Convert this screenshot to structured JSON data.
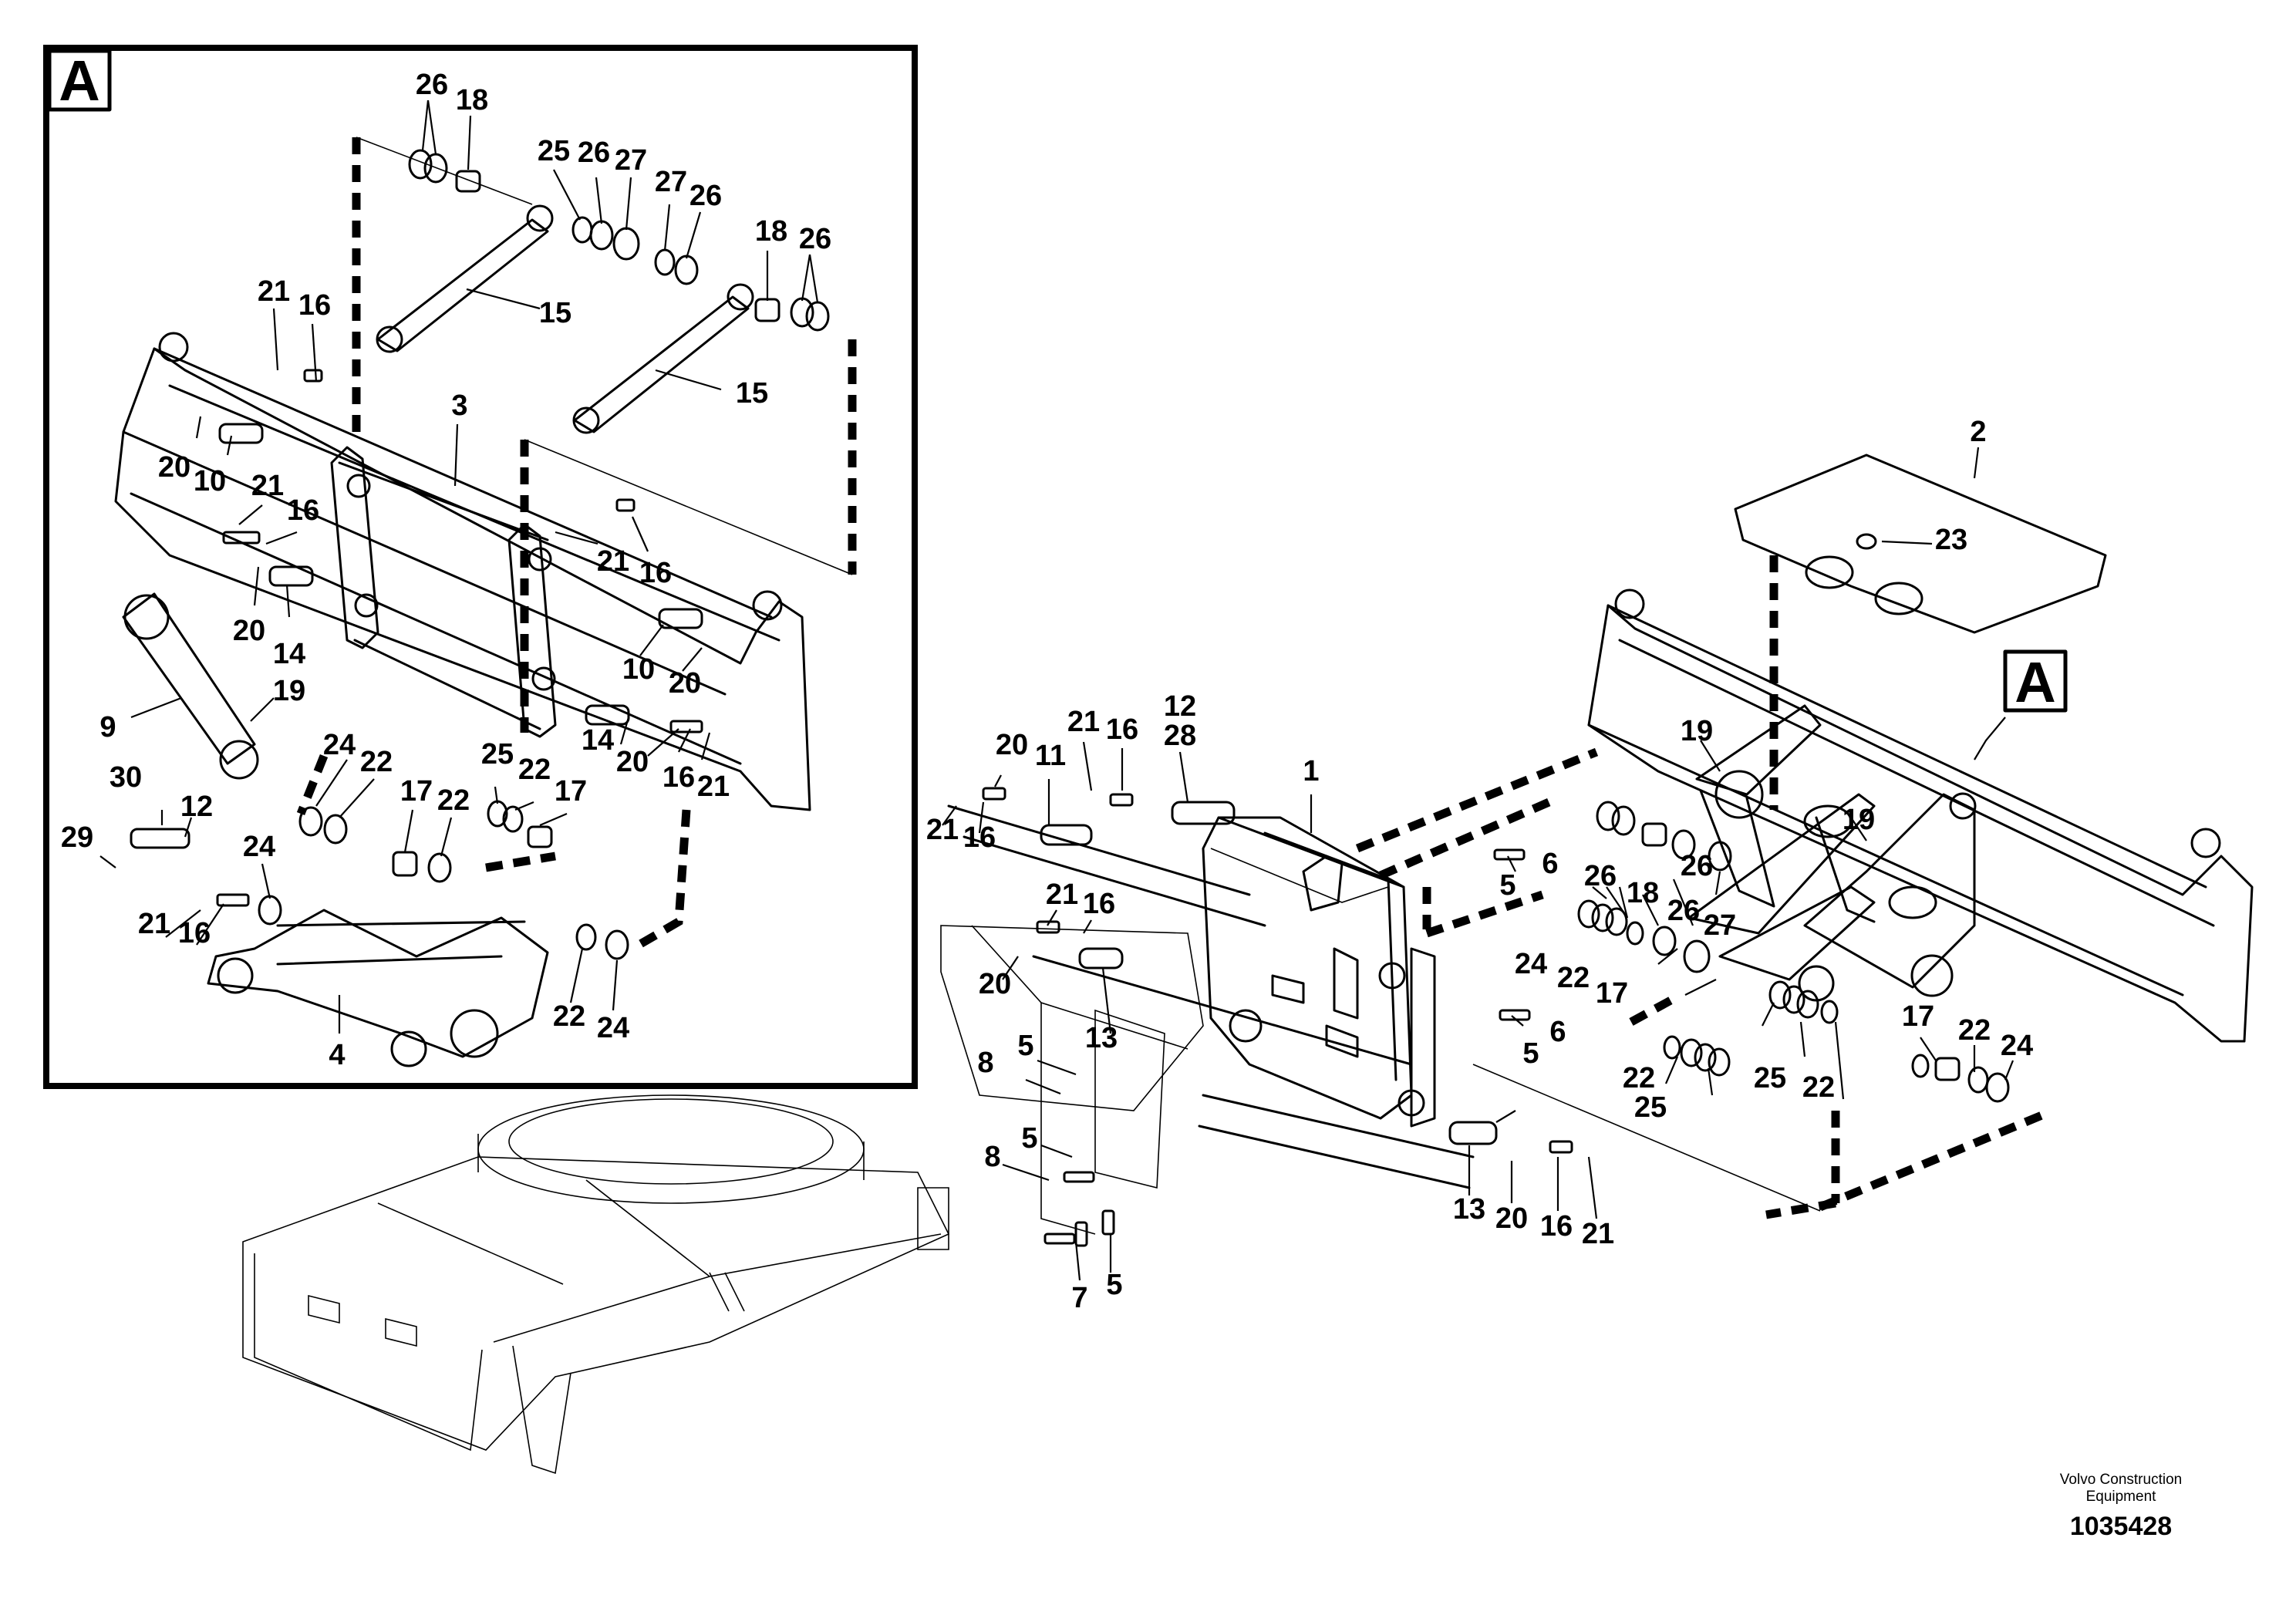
{
  "detail_view": {
    "label": "A"
  },
  "callout_ref": {
    "label": "A"
  },
  "footer": {
    "publisher_line1": "Volvo Construction",
    "publisher_line2": "Equipment",
    "drawing_number": "1035428"
  },
  "callouts_detail": [
    "26",
    "18",
    "25",
    "26",
    "27",
    "27",
    "26",
    "18",
    "26",
    "21",
    "16",
    "15",
    "15",
    "3",
    "20",
    "10",
    "21",
    "16",
    "21",
    "16",
    "20",
    "14",
    "10",
    "20",
    "9",
    "19",
    "24",
    "22",
    "17",
    "22",
    "25",
    "22",
    "17",
    "30",
    "12",
    "29",
    "24",
    "21",
    "16",
    "4",
    "22",
    "24",
    "14",
    "20",
    "16",
    "21"
  ],
  "callouts_main": [
    "20",
    "11",
    "21",
    "16",
    "12",
    "28",
    "1",
    "2",
    "23",
    "21",
    "16",
    "21",
    "16",
    "20",
    "13",
    "8",
    "5",
    "8",
    "5",
    "7",
    "5",
    "5",
    "6",
    "5",
    "6",
    "13",
    "20",
    "16",
    "21",
    "19",
    "19",
    "26",
    "18",
    "26",
    "27",
    "24",
    "22",
    "17",
    "25",
    "22",
    "17",
    "22",
    "24",
    "22",
    "25",
    "26"
  ]
}
